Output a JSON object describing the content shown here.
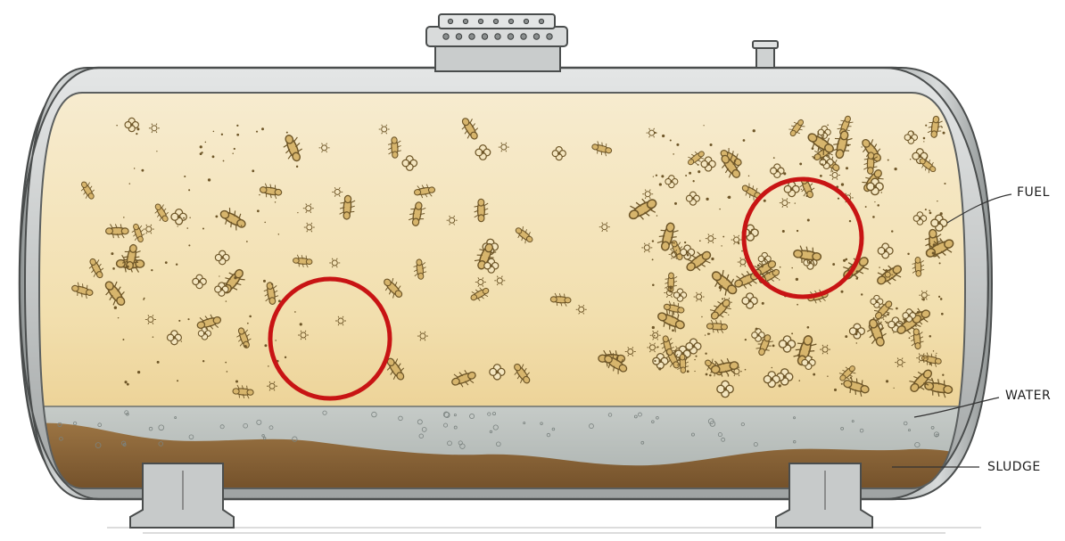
{
  "labels": {
    "fuel": "FUEL",
    "water": "WATER",
    "sludge": "SLUDGE"
  },
  "colors": {
    "fuel": "#f1dfb2",
    "fuel_dark": "#e9c987",
    "water": "#b9c0bd",
    "sludge": "#8a6234",
    "shell": "#c7c9c9",
    "marker": "#c81414",
    "organism": "#6e5628"
  },
  "icons": [
    "fuel-tank-icon",
    "microbe-icon",
    "spore-cluster-icon",
    "highlight-circle-icon"
  ]
}
